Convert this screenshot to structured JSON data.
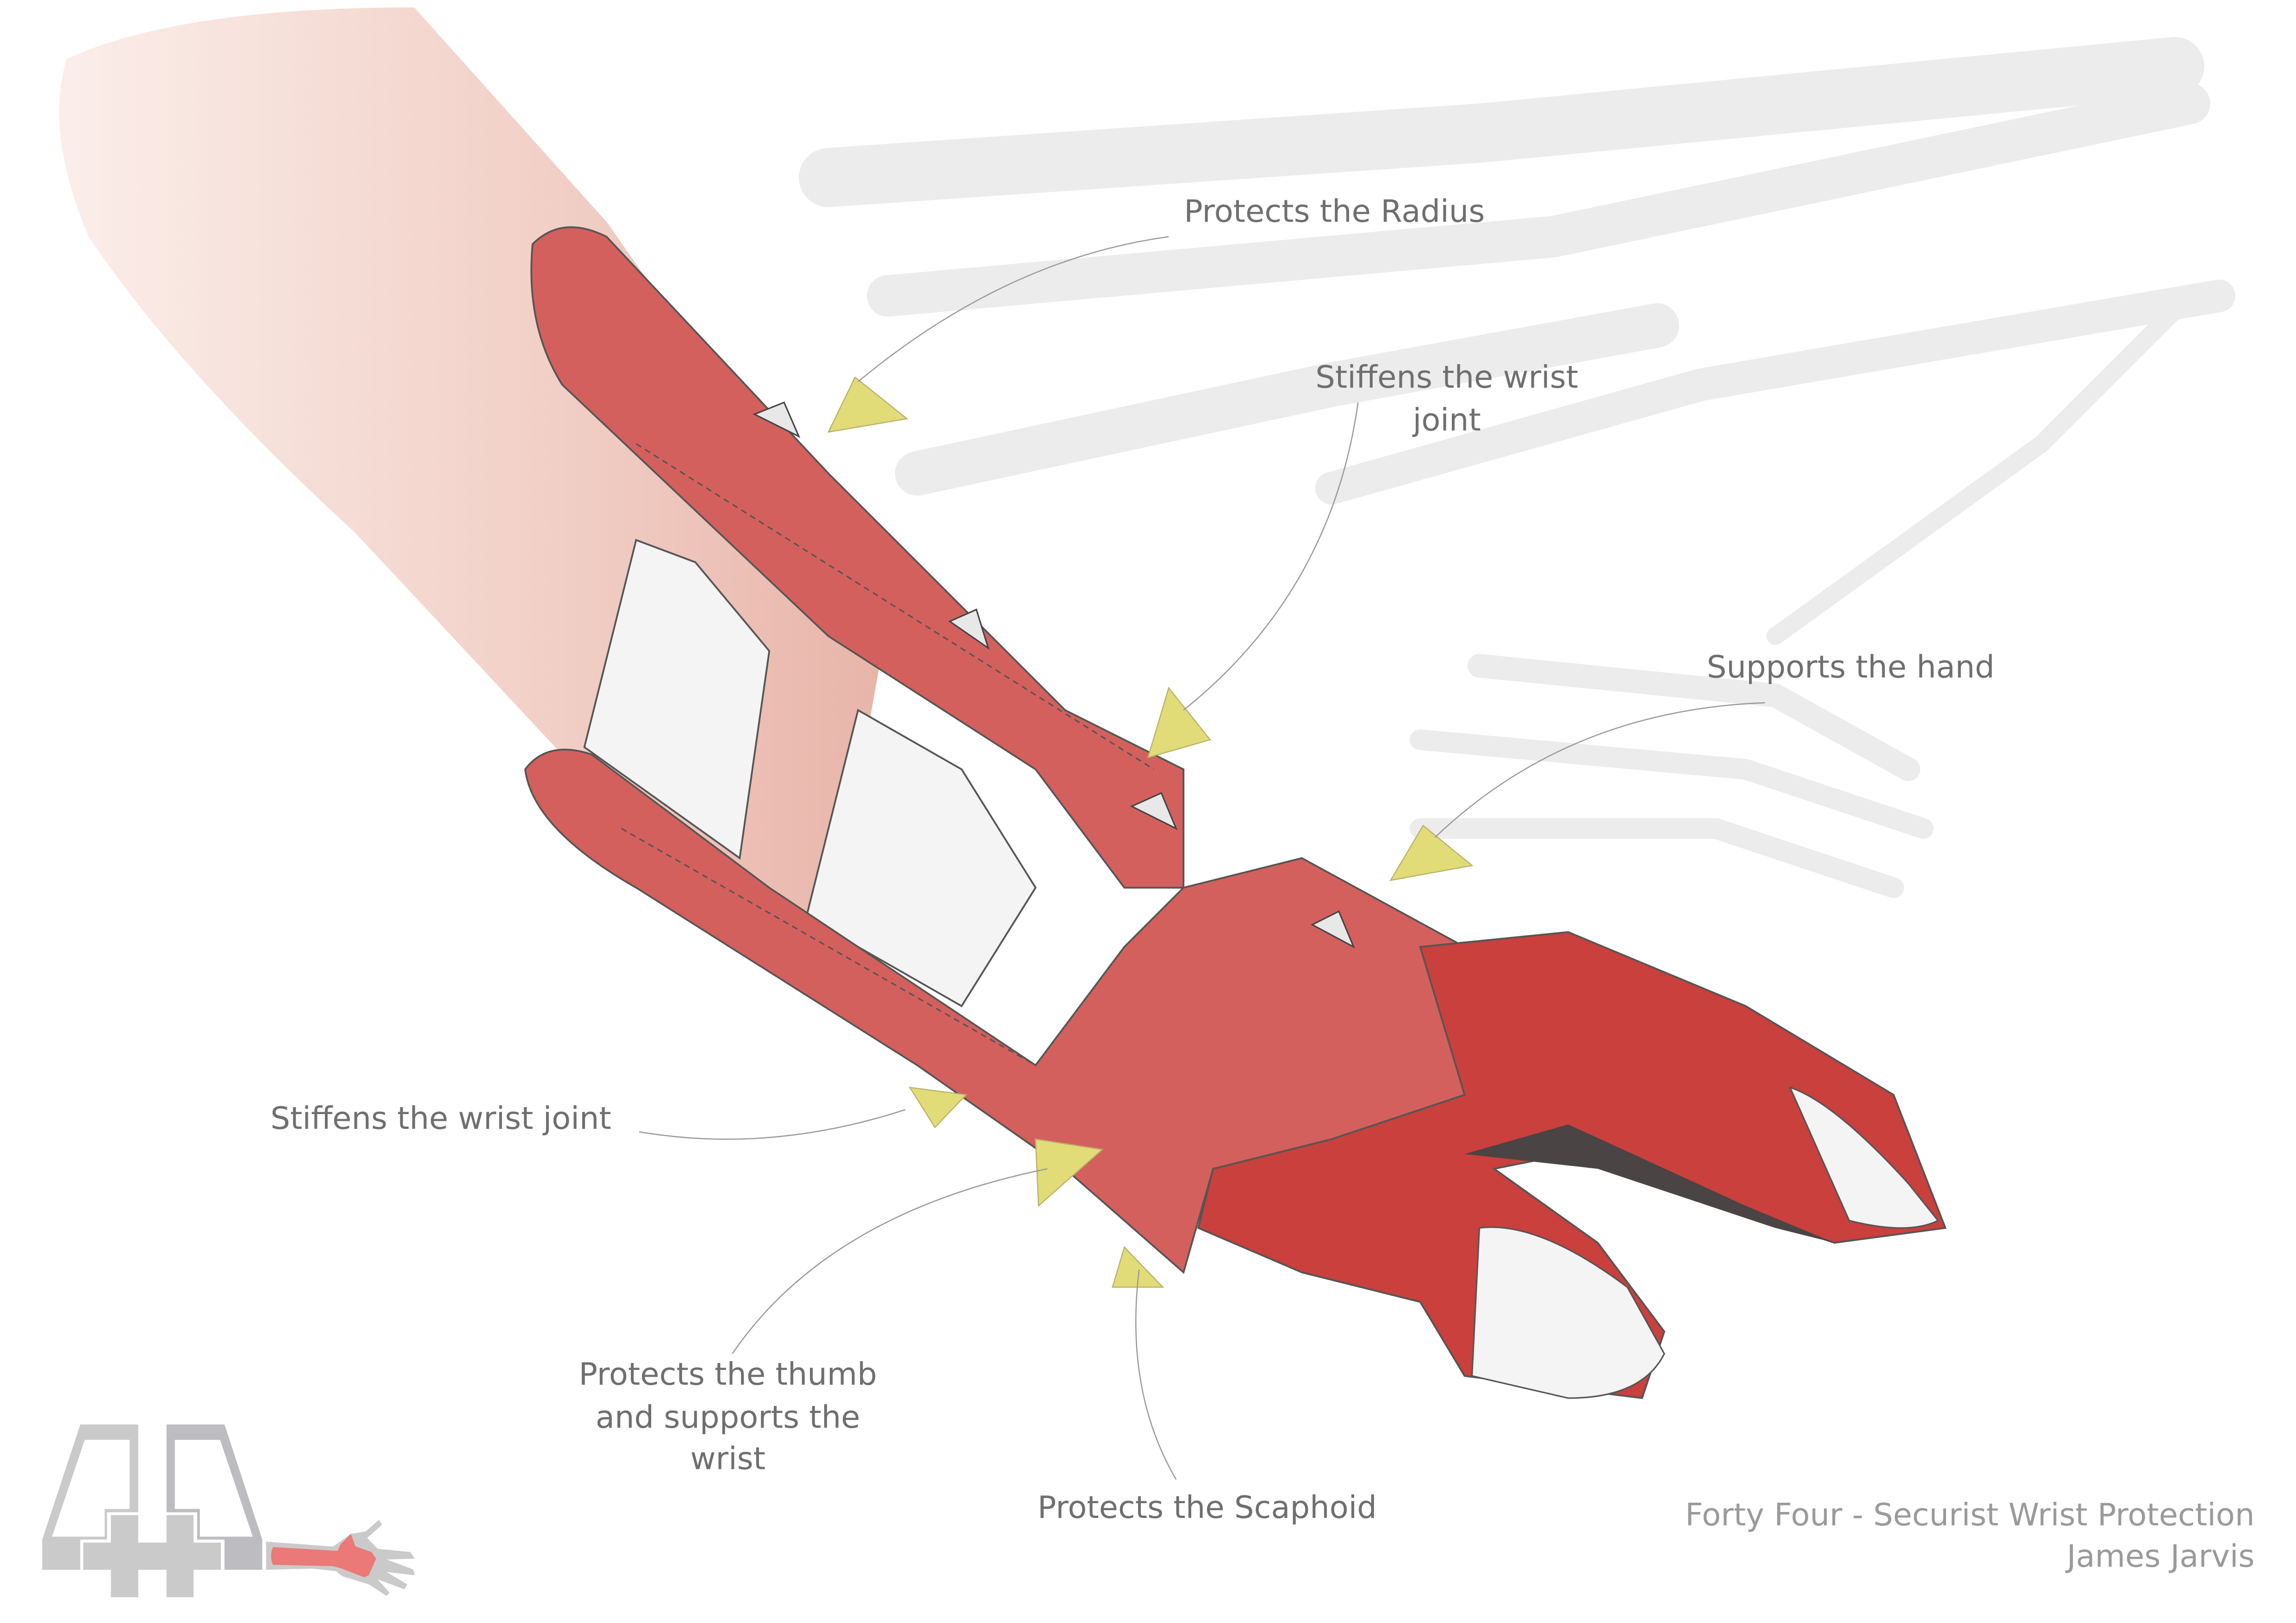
{
  "annotations": {
    "radius": "Protects the Radius",
    "wrist_top": [
      "Stiffens the wrist",
      "joint"
    ],
    "hand": "Supports the hand",
    "wrist_left": "Stiffens the wrist joint",
    "thumb": [
      "Protects the thumb",
      "and supports the",
      "wrist"
    ],
    "scaphoid": "Protects the Scaphoid"
  },
  "footer": {
    "title": "Forty Four - Securist Wrist Protection",
    "author": "James Jarvis"
  },
  "logo": {
    "text": "44"
  },
  "colors": {
    "glove": "#d4605d",
    "glove_dark": "#c9403d",
    "skin": "#f3d6cf",
    "arrow": "#e2dc78",
    "bone": "#ececec",
    "logo_grey": "#cbcacb",
    "logo_red": "#ea7977"
  }
}
